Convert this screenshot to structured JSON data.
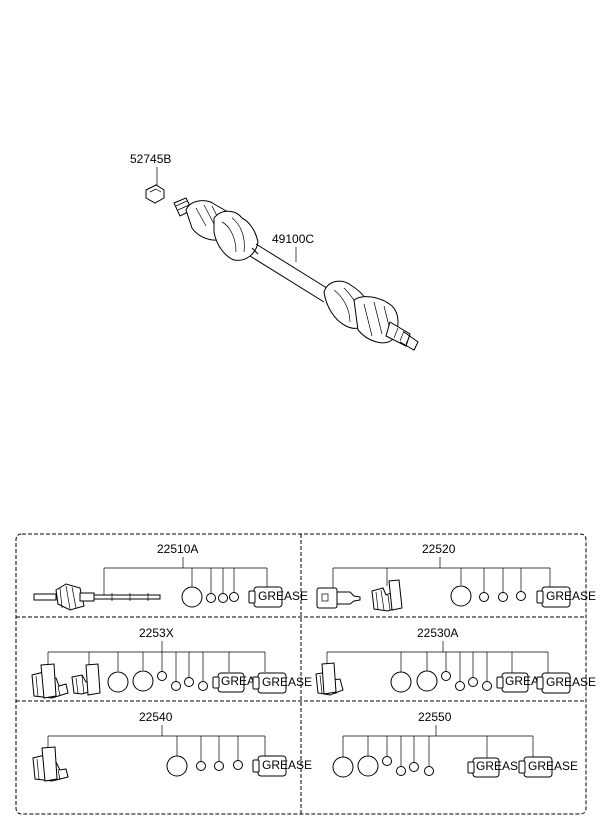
{
  "labels": {
    "part_nut": "52745B",
    "part_shaft": "49100C"
  },
  "kits": [
    {
      "code": "22510A"
    },
    {
      "code": "22520"
    },
    {
      "code": "2253X"
    },
    {
      "code": "22530A"
    },
    {
      "code": "22540"
    },
    {
      "code": "22550"
    }
  ],
  "grease_text": "GREASE"
}
